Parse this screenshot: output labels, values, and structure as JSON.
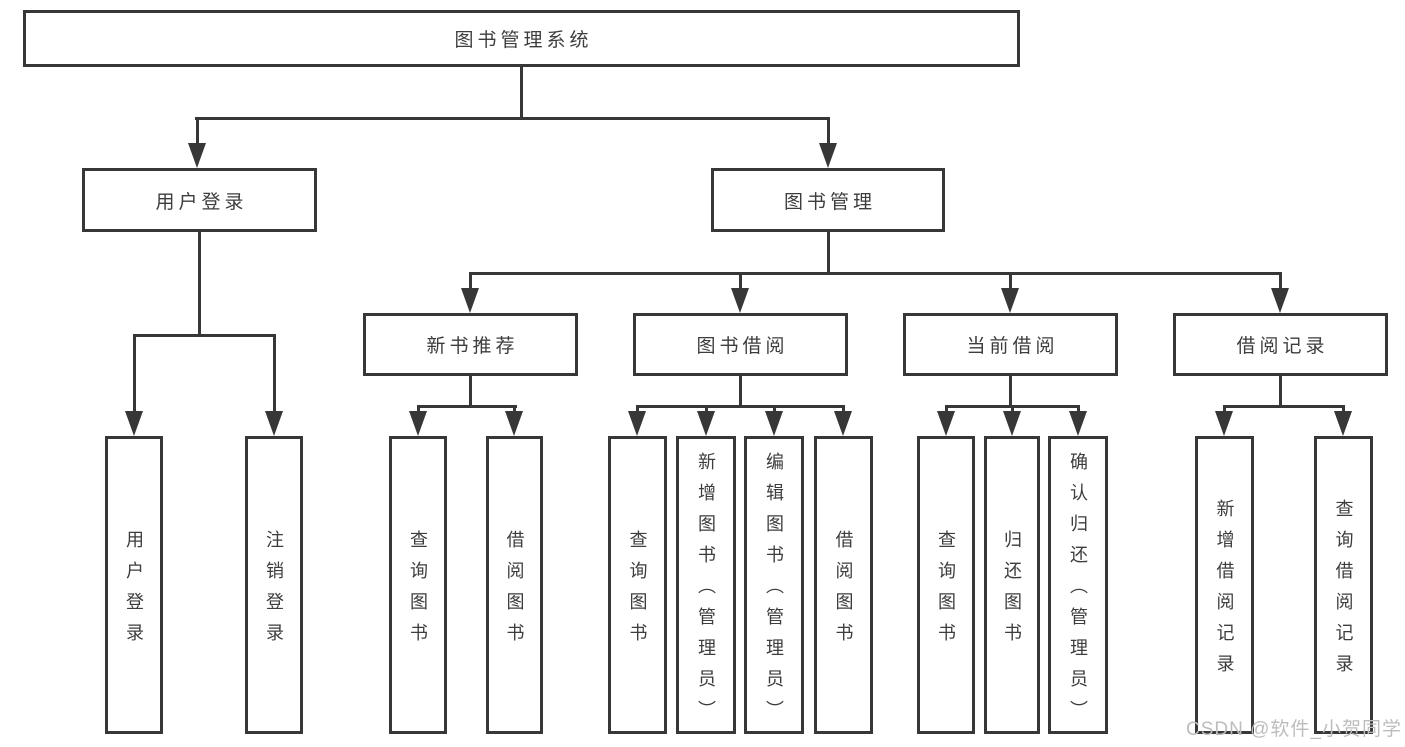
{
  "diagram": {
    "type": "tree",
    "root": {
      "label": "图书管理系统",
      "children": [
        {
          "label": "用户登录",
          "children": [
            {
              "label": "用户登录"
            },
            {
              "label": "注销登录"
            }
          ]
        },
        {
          "label": "图书管理",
          "children": [
            {
              "label": "新书推荐",
              "children": [
                {
                  "label": "查询图书"
                },
                {
                  "label": "借阅图书"
                }
              ]
            },
            {
              "label": "图书借阅",
              "children": [
                {
                  "label": "查询图书"
                },
                {
                  "label": "新增图书（管理员）"
                },
                {
                  "label": "编辑图书（管理员）"
                },
                {
                  "label": "借阅图书"
                }
              ]
            },
            {
              "label": "当前借阅",
              "children": [
                {
                  "label": "查询图书"
                },
                {
                  "label": "归还图书"
                },
                {
                  "label": "确认归还（管理员）"
                }
              ]
            },
            {
              "label": "借阅记录",
              "children": [
                {
                  "label": "新增借阅记录"
                },
                {
                  "label": "查询借阅记录"
                }
              ]
            }
          ]
        }
      ]
    }
  },
  "watermark": {
    "text": "CSDN @软件_小贺同学"
  },
  "colors": {
    "line": "#373737",
    "text": "#3d3d3d",
    "watermark": "#bdbdbd",
    "background": "#ffffff"
  }
}
